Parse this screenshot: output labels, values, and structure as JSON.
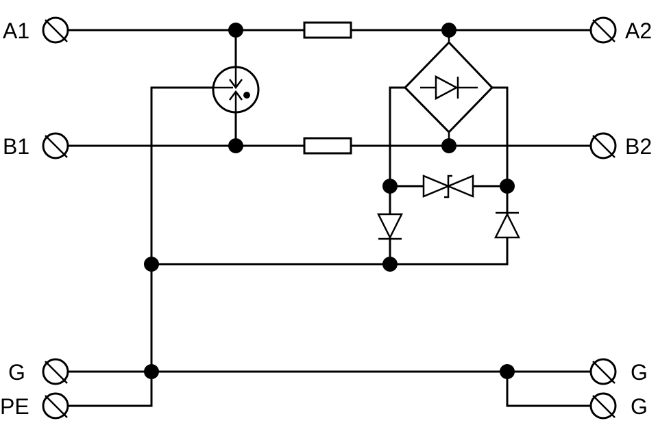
{
  "terminals": {
    "a1": "A1",
    "a2": "A2",
    "b1": "B1",
    "b2": "B2",
    "g_left": "G",
    "pe": "PE",
    "g_right_top": "G",
    "g_right_bottom": "G"
  },
  "components": {
    "resistors": [
      "resistor-a",
      "resistor-b"
    ],
    "gas_discharge_tube": "gdt",
    "bridge_rectifier": "bridge",
    "tvs_diode": "bidirectional-tvs",
    "diodes": [
      "diode-left",
      "diode-right"
    ]
  },
  "colors": {
    "line": "#000000",
    "background": "#ffffff"
  }
}
